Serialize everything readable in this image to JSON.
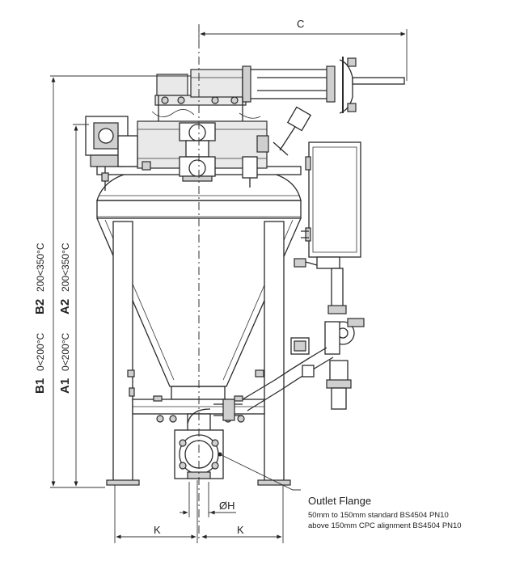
{
  "labels": {
    "c": "C",
    "b1": "B1",
    "b1_range": "0<200°C",
    "b2": "B2",
    "b2_range": "200<350°C",
    "a1": "A1",
    "a1_range": "0<200°C",
    "a2": "A2",
    "a2_range": "200<350°C",
    "oh": "ØH",
    "k_left": "K",
    "k_right": "K"
  },
  "callout": {
    "title": "Outlet Flange",
    "line1": "50mm to 150mm standard BS4504 PN10",
    "line2": "above 150mm CPC alignment BS4504 PN10"
  }
}
